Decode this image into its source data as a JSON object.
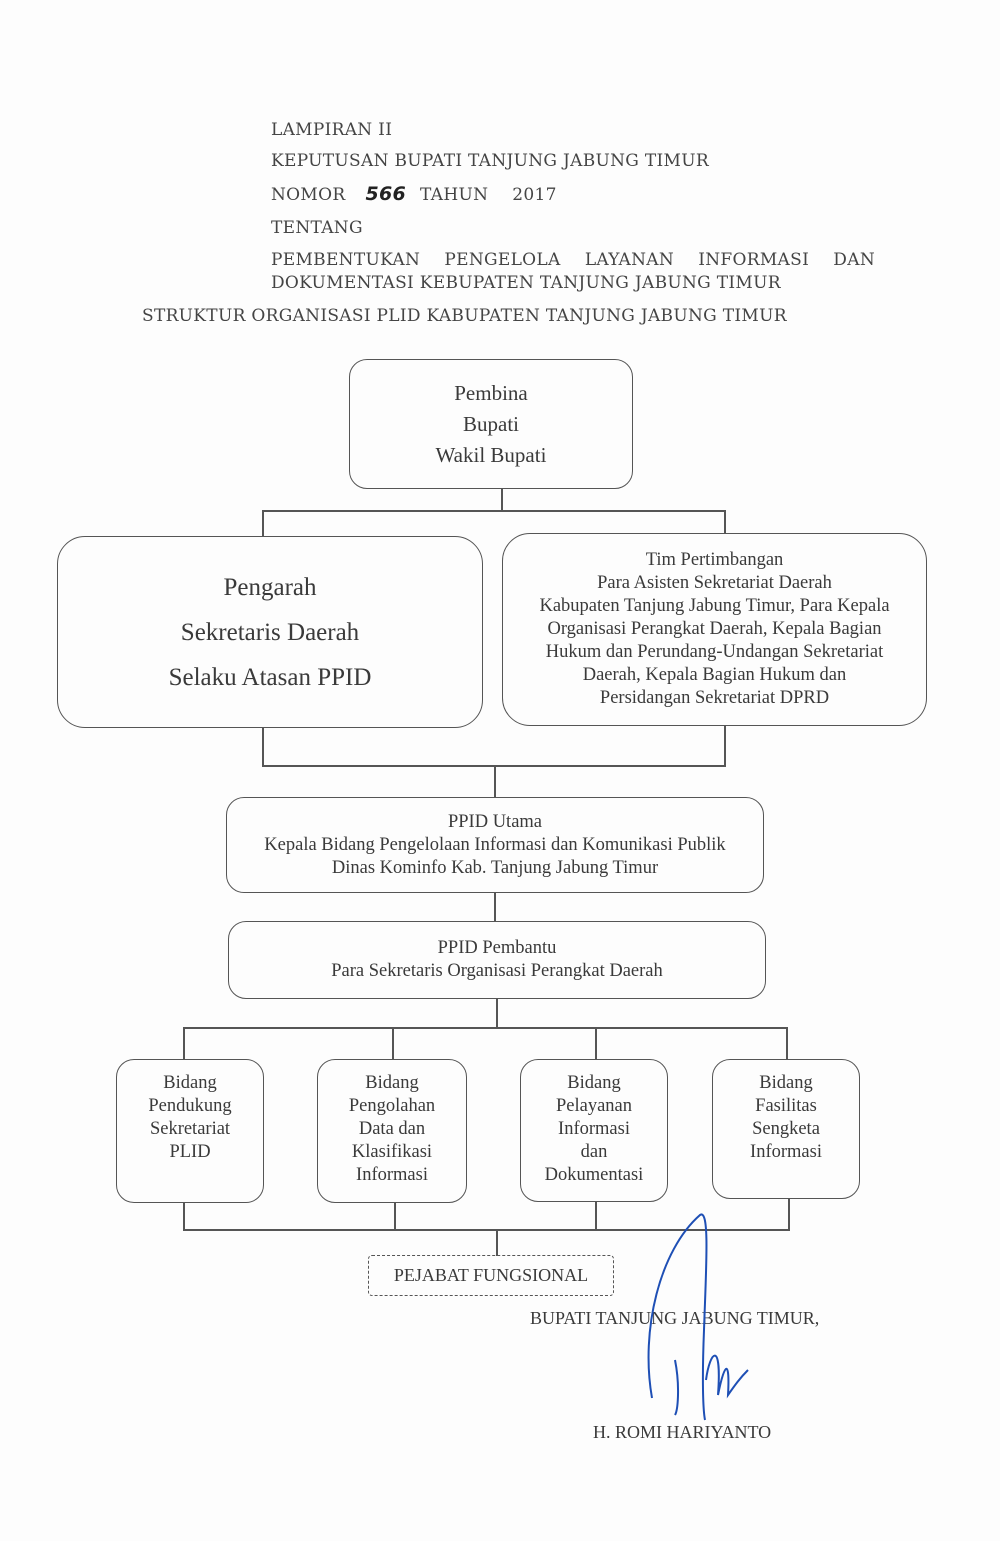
{
  "header": {
    "lampiran": "LAMPIRAN II",
    "keputusan": "KEPUTUSAN BUPATI TANJUNG JABUNG TIMUR",
    "nomor_label": "NOMOR",
    "nomor_value": "566",
    "tahun_label": "TAHUN",
    "tahun_value": "2017",
    "tentang": "TENTANG",
    "subject_line1": "PEMBENTUKAN PENGELOLA LAYANAN INFORMASI DAN",
    "subject_line2": "DOKUMENTASI KEBUPATEN TANJUNG JABUNG TIMUR",
    "chart_title": "STRUKTUR ORGANISASI PLID KABUPATEN TANJUNG JABUNG TIMUR"
  },
  "org": {
    "pembina": [
      "Pembina",
      "Bupati",
      "Wakil Bupati"
    ],
    "pengarah": [
      "Pengarah",
      "Sekretaris Daerah",
      "Selaku Atasan PPID"
    ],
    "tim": [
      "Tim Pertimbangan",
      "Para Asisten Sekretariat Daerah",
      "Kabupaten Tanjung Jabung Timur, Para Kepala",
      "Organisasi Perangkat Daerah, Kepala Bagian",
      "Hukum dan Perundang-Undangan Sekretariat",
      "Daerah, Kepala Bagian Hukum dan",
      "Persidangan Sekretariat DPRD"
    ],
    "ppid_utama": [
      "PPID Utama",
      "Kepala Bidang Pengelolaan Informasi dan Komunikasi Publik",
      "Dinas Kominfo Kab. Tanjung Jabung Timur"
    ],
    "ppid_pembantu": [
      "PPID Pembantu",
      "Para Sekretaris Organisasi Perangkat Daerah"
    ],
    "bidang": [
      [
        "Bidang",
        "Pendukung",
        "Sekretariat",
        "PLID"
      ],
      [
        "Bidang",
        "Pengolahan",
        "Data dan",
        "Klasifikasi",
        "Informasi"
      ],
      [
        "Bidang",
        "Pelayanan",
        "Informasi",
        "dan",
        "Dokumentasi"
      ],
      [
        "Bidang",
        "Fasilitas",
        "Sengketa",
        "Informasi"
      ]
    ],
    "pejabat": "PEJABAT FUNGSIONAL"
  },
  "signature": {
    "title": "BUPATI TANJUNG JABUNG TIMUR,",
    "name": "H. ROMI HARIYANTO",
    "ink_color": "#1e4fb5"
  }
}
